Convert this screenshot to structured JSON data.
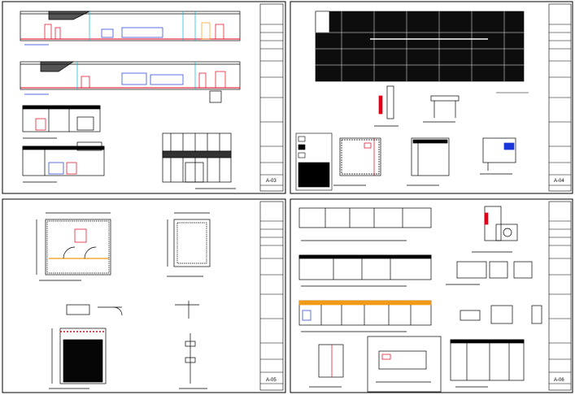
{
  "sheets": [
    {
      "id": "A-03",
      "position": "top-left"
    },
    {
      "id": "A-04",
      "position": "top-right"
    },
    {
      "id": "A-05",
      "position": "bottom-left"
    },
    {
      "id": "A-06",
      "position": "bottom-right"
    }
  ],
  "colors": {
    "line": "#000000",
    "red": "#e0001a",
    "blue": "#1a36d8",
    "cyan": "#00b7e0",
    "orange": "#f29a17",
    "green": "#22a838",
    "magenta": "#d2007a"
  }
}
